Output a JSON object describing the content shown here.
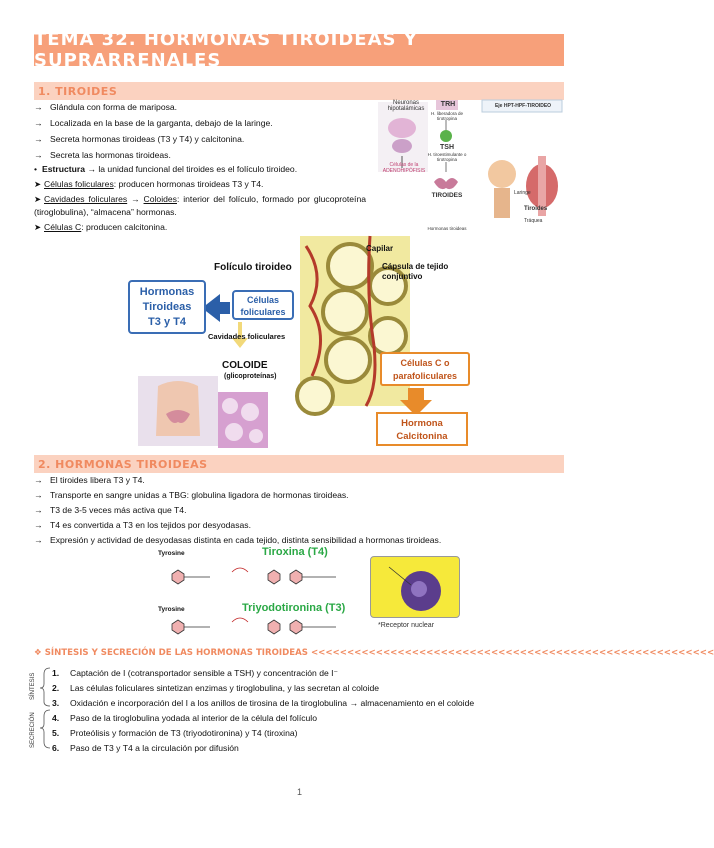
{
  "title": "TEMA 32. HORMONAS TIROIDEAS Y SUPRARRENALES",
  "section1": {
    "heading": "1. TIROIDES",
    "bullets": [
      "Glándula con forma de mariposa.",
      "Localizada en la base de la garganta, debajo de la laringe.",
      "Secreta hormonas tiroideas (T3 y T4) y calcitonina.",
      "Secreta las hormonas tiroideas."
    ],
    "estructura_label": "Estructura",
    "estructura_text": "la unidad funcional del tiroides es el folículo tiroideo.",
    "celulas_label": "Células foliculares",
    "celulas_text": ": producen hormonas tiroideas T3 y T4.",
    "cavidades_label": "Cavidades foliculares",
    "coloides_label": "Coloides",
    "cavidades_text": ": interior del folículo, formado por glucoproteína (tiroglobulina), “almacena” hormonas.",
    "celc_label": "Células C",
    "celc_text": ": producen calcitonina."
  },
  "axis_diagram": {
    "neuronas": "Neuronas hipotalámicas",
    "celulas_adeno": "Células de la ADENOHIPÓFISIS",
    "trh": "TRH",
    "trh_sub": "H. liberadora de tirotropina",
    "tsh": "TSH",
    "tsh_sub": "H. tiroestimulante o tirotropina",
    "tiroides": "TIROIDES",
    "hormonas_tiroideas": "Hormonas tiroideas",
    "eje": "Eje HPT-HPF-TIROIDEO",
    "laringe": "Laringe",
    "tiroides_label": "Tiroides",
    "traquea": "Tráquea"
  },
  "follicle_diagram": {
    "foliculo_tiroideo": "Folículo tiroideo",
    "capilar": "Capilar",
    "capsula": "Cápsula de tejido conjuntivo",
    "hormonas_box": [
      "Hormonas",
      "Tiroideas",
      "T3 y T4"
    ],
    "celulas_box": [
      "Células",
      "foliculares"
    ],
    "cavidades": "Cavidades foliculares",
    "coloide": "COLOIDE",
    "glicoproteinas": "(glicoproteínas)",
    "celulas_c_box": [
      "Células C o",
      "parafoliculares"
    ],
    "calcitonina_box": [
      "Hormona",
      "Calcitonina"
    ]
  },
  "section2": {
    "heading": "2. HORMONAS TIROIDEAS",
    "bullets": [
      "El tiroides libera T3 y T4.",
      "Transporte en sangre unidas a TBG: globulina ligadora de hormonas tiroideas.",
      "T3 de 3-5 veces más activa que T4.",
      "T4 es convertida a T3 en los tejidos por desyodasas.",
      "Expresión y actividad de desyodasas distinta en cada tejido, distinta sensibilidad a hormonas tiroideas."
    ]
  },
  "molecules": {
    "tyrosine1": "Tyrosine",
    "tyrosine2": "Tyrosine",
    "tiroxina": "Tiroxina (T4)",
    "triyodotironina": "Triyodotironina (T3)",
    "receptor": "*Receptor nuclear"
  },
  "synthesis": {
    "heading": "❖ SÍNTESIS Y SECRECIÓN DE LAS HORMONAS TIROIDEAS <<<<<<<<<<<<<<<<<<<<<<<<<<<<<<<<<<<<<<<<<<<<<<<<<<<<<<<<",
    "label_sintesis": "SÍNTESIS",
    "label_secrecion": "SECRECIÓN",
    "steps": [
      {
        "n": "1.",
        "text": "Captación de I (cotransportador sensible a TSH) y concentración de I⁻"
      },
      {
        "n": "2.",
        "text": "Las células foliculares sintetizan enzimas y tiroglobulina, y las secretan al coloide"
      },
      {
        "n": "3.",
        "text": "Oxidación e incorporación del I a los anillos de tirosina de la tiroglobulina → almacenamiento en el coloide"
      },
      {
        "n": "4.",
        "text": "Paso de la tiroglobulina yodada al interior de la célula del folículo"
      },
      {
        "n": "5.",
        "text": "Proteólisis y formación de T3 (triyodotironina) y T4 (tiroxina)"
      },
      {
        "n": "6.",
        "text": "Paso de T3 y T4 a la circulación por difusión"
      }
    ]
  },
  "page_number": "1",
  "colors": {
    "accent": "#f7a07a",
    "section": "#fbd2c0",
    "blue": "#2b5fa8",
    "green": "#2aa845",
    "orange": "#e88b2a"
  }
}
